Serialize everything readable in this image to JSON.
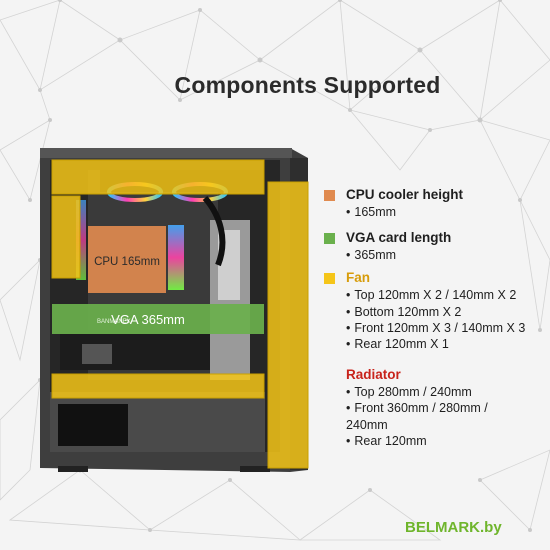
{
  "title": "Components Supported",
  "overlays": {
    "cpu": "CPU 165mm",
    "vga": "VGA 365mm",
    "mb_brand": "BANMANEX"
  },
  "specs": {
    "cpu": {
      "title": "CPU cooler height",
      "color": "#e08a4f",
      "lines": [
        "165mm"
      ]
    },
    "vga": {
      "title": "VGA card length",
      "color": "#6ab04c",
      "lines": [
        "365mm"
      ]
    },
    "fan": {
      "title": "Fan",
      "color": "#f5c518",
      "lines": [
        "Top 120mm X 2 / 140mm X 2",
        "Bottom 120mm X 2",
        "Front 120mm X 3 / 140mm X 3",
        "Rear 120mm X 1"
      ]
    },
    "radiator": {
      "title": "Radiator",
      "lines": [
        "Top  280mm / 240mm",
        "Front 360mm / 280mm / 240mm",
        "Rear 120mm"
      ]
    }
  },
  "watermark": "BELMARK.by"
}
